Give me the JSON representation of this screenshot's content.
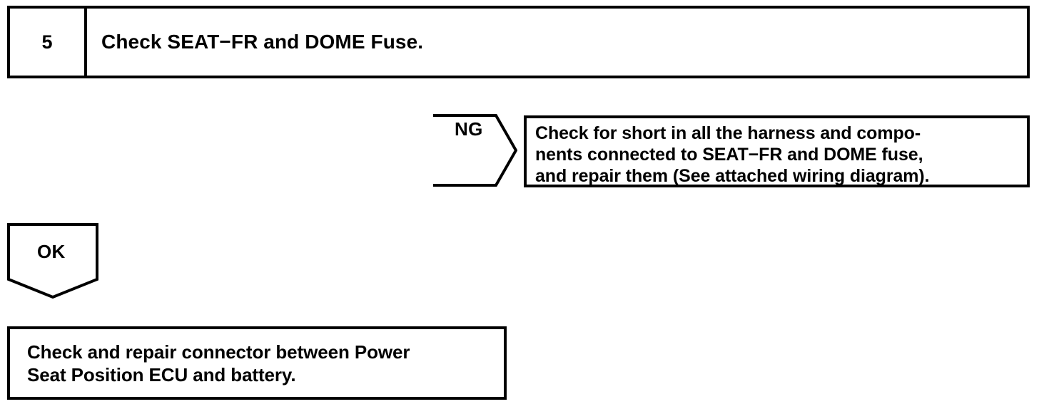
{
  "diagram": {
    "type": "troubleshooting-flowchart",
    "colors": {
      "ink": "#000000",
      "background": "#ffffff"
    },
    "step": {
      "number": "5",
      "title": "Check SEAT−FR and DOME Fuse."
    },
    "branches": {
      "ng": {
        "label": "NG",
        "direction": "right",
        "result_lines": [
          "Check for short in all the harness and compo-",
          "nents connected to SEAT−FR and DOME fuse,",
          "and repair them (See attached wiring diagram)."
        ]
      },
      "ok": {
        "label": "OK",
        "direction": "down",
        "result_lines": [
          "Check and repair connector between Power",
          "Seat Position ECU and battery."
        ]
      }
    }
  }
}
